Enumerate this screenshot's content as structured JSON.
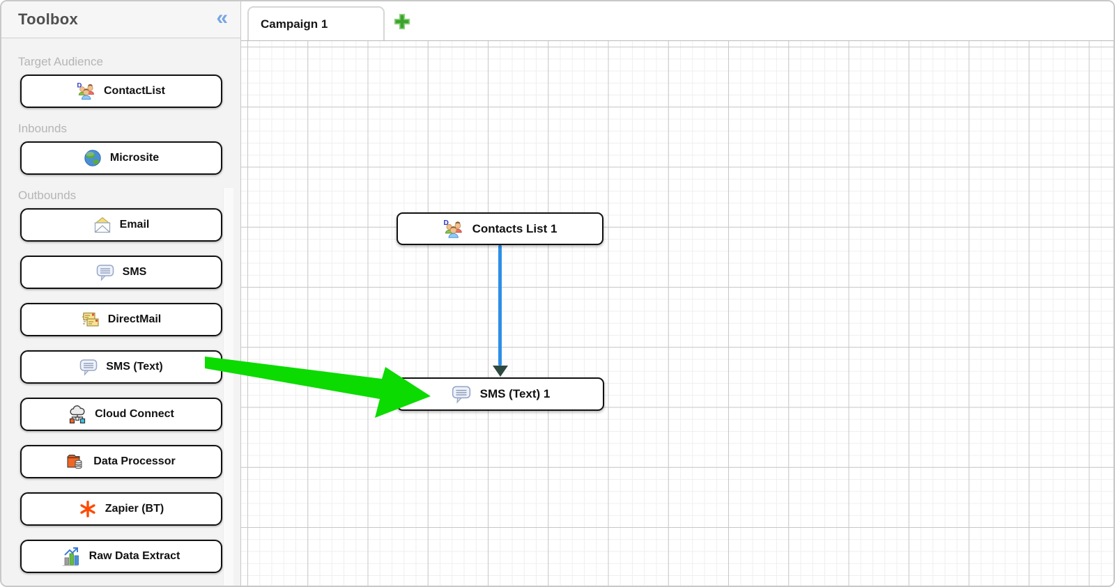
{
  "sidebar": {
    "title": "Toolbox",
    "collapse_glyph": "«",
    "sections": [
      {
        "label": "Target Audience",
        "items": [
          {
            "label": "ContactList",
            "icon": "contact-list-icon"
          }
        ]
      },
      {
        "label": "Inbounds",
        "items": [
          {
            "label": "Microsite",
            "icon": "globe-icon"
          }
        ]
      },
      {
        "label": "Outbounds",
        "items": [
          {
            "label": "Email",
            "icon": "email-icon"
          },
          {
            "label": "SMS",
            "icon": "sms-bubble-icon"
          },
          {
            "label": "DirectMail",
            "icon": "direct-mail-icon"
          },
          {
            "label": "SMS (Text)",
            "icon": "sms-bubble-icon"
          },
          {
            "label": "Cloud Connect",
            "icon": "cloud-connect-icon"
          },
          {
            "label": "Data Processor",
            "icon": "data-processor-icon"
          },
          {
            "label": "Zapier (BT)",
            "icon": "zapier-icon"
          },
          {
            "label": "Raw Data Extract",
            "icon": "raw-data-extract-icon"
          }
        ]
      }
    ]
  },
  "tabs": {
    "items": [
      {
        "label": "Campaign 1",
        "active": true
      }
    ],
    "add_button_icon": "plus-icon"
  },
  "canvas": {
    "nodes": [
      {
        "id": "contacts-list-1",
        "label": "Contacts List 1",
        "icon": "contact-list-icon"
      },
      {
        "id": "sms-text-1",
        "label": "SMS (Text) 1",
        "icon": "sms-bubble-icon"
      }
    ],
    "connector": {
      "from": "contacts-list-1",
      "to": "sms-text-1"
    }
  },
  "annotation": {
    "type": "green-arrow",
    "points-from": "SMS (Text) toolbox button",
    "points-to": "SMS (Text) 1 node"
  },
  "colors": {
    "connector_blue": "#2f8ee8",
    "connector_arrowhead": "#2e4a40",
    "annotation_green": "#0bdb00",
    "add_button_green": "#3ca32e",
    "collapse_chevron_blue": "#76a7e2",
    "sidebar_bg": "#f3f3f3",
    "section_label_gray": "#b5b5b5",
    "grid_major": "#c7c7c7",
    "grid_minor": "#efefef",
    "zapier_orange": "#ff4a00"
  }
}
